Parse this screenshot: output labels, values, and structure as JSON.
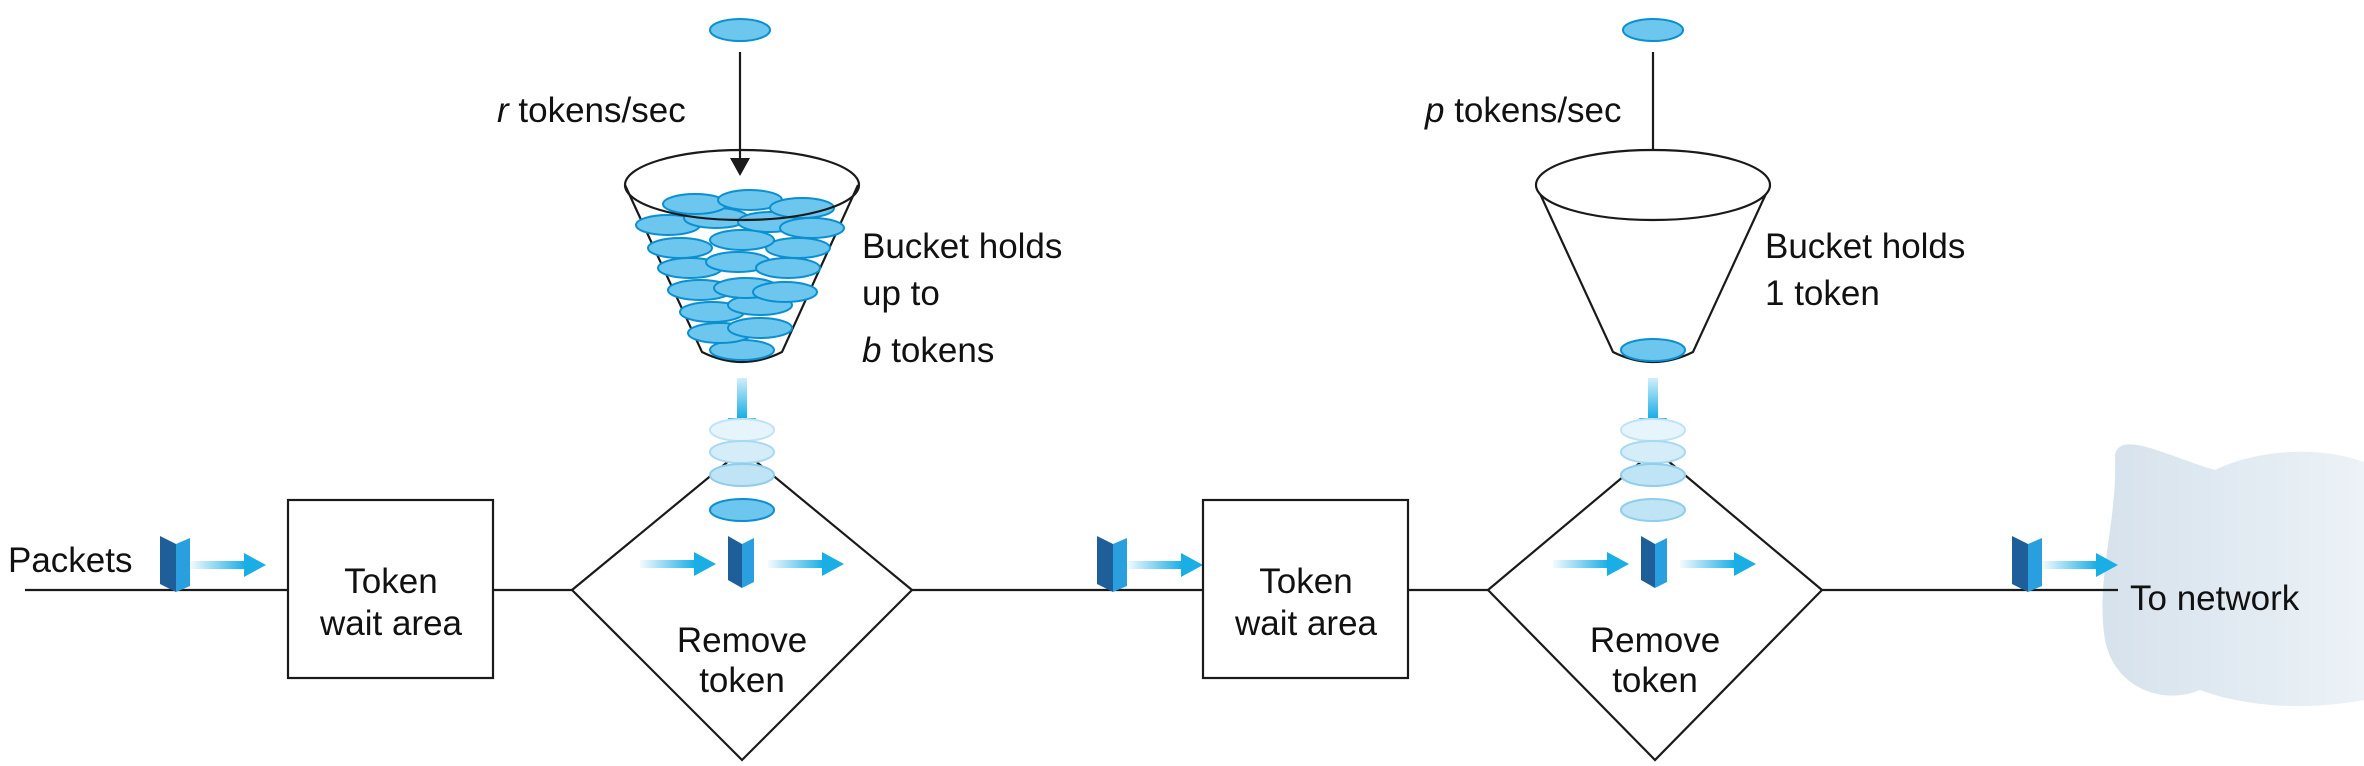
{
  "stage1": {
    "rate_var": "r",
    "rate_unit": "tokens/sec",
    "bucket_line1": "Bucket holds",
    "bucket_line2": "up to",
    "bucket_var": "b",
    "bucket_unit": "tokens",
    "wait_line1": "Token",
    "wait_line2": "wait area",
    "remove_line1": "Remove",
    "remove_line2": "token"
  },
  "stage2": {
    "rate_var": "p",
    "rate_unit": "tokens/sec",
    "bucket_line1": "Bucket holds",
    "bucket_line2": "1 token",
    "wait_line1": "Token",
    "wait_line2": "wait area",
    "remove_line1": "Remove",
    "remove_line2": "token"
  },
  "packets_label": "Packets",
  "network_label": "To network",
  "colors": {
    "token_fill": "#6cc6ee",
    "token_stroke": "#0a8fd0",
    "arrow": "#1aaee6",
    "cloud": "#dde7ef",
    "line": "#1a1a1a"
  }
}
